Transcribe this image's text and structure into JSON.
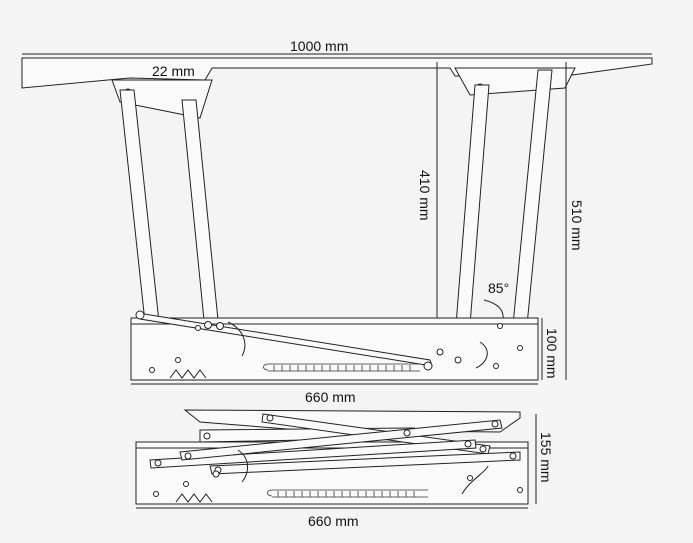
{
  "labels": {
    "width_top": "1000 mm",
    "offset": "22 mm",
    "lift_height": "410 mm",
    "total_height": "510 mm",
    "angle": "85°",
    "base_height": "100 mm",
    "base_length": "660 mm",
    "folded_height": "155 mm",
    "folded_length": "660 mm"
  },
  "colors": {
    "line": "#222222",
    "paper": "#f4f4f4"
  }
}
